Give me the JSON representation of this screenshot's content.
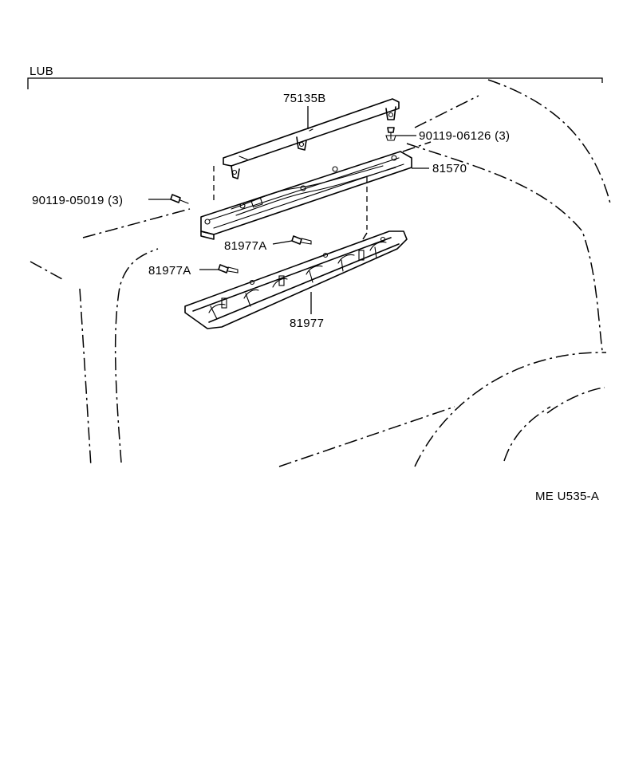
{
  "section_label": "LUB",
  "diagram_code": "ME U535-A",
  "parts": {
    "bracket": "75135B",
    "bracket_screw": "90119-06126 (3)",
    "lamp_housing": "81570",
    "housing_screw": "90119-05019 (3)",
    "clip_upper": "81977A",
    "clip_lower": "81977A",
    "lamp_cover": "81977"
  }
}
